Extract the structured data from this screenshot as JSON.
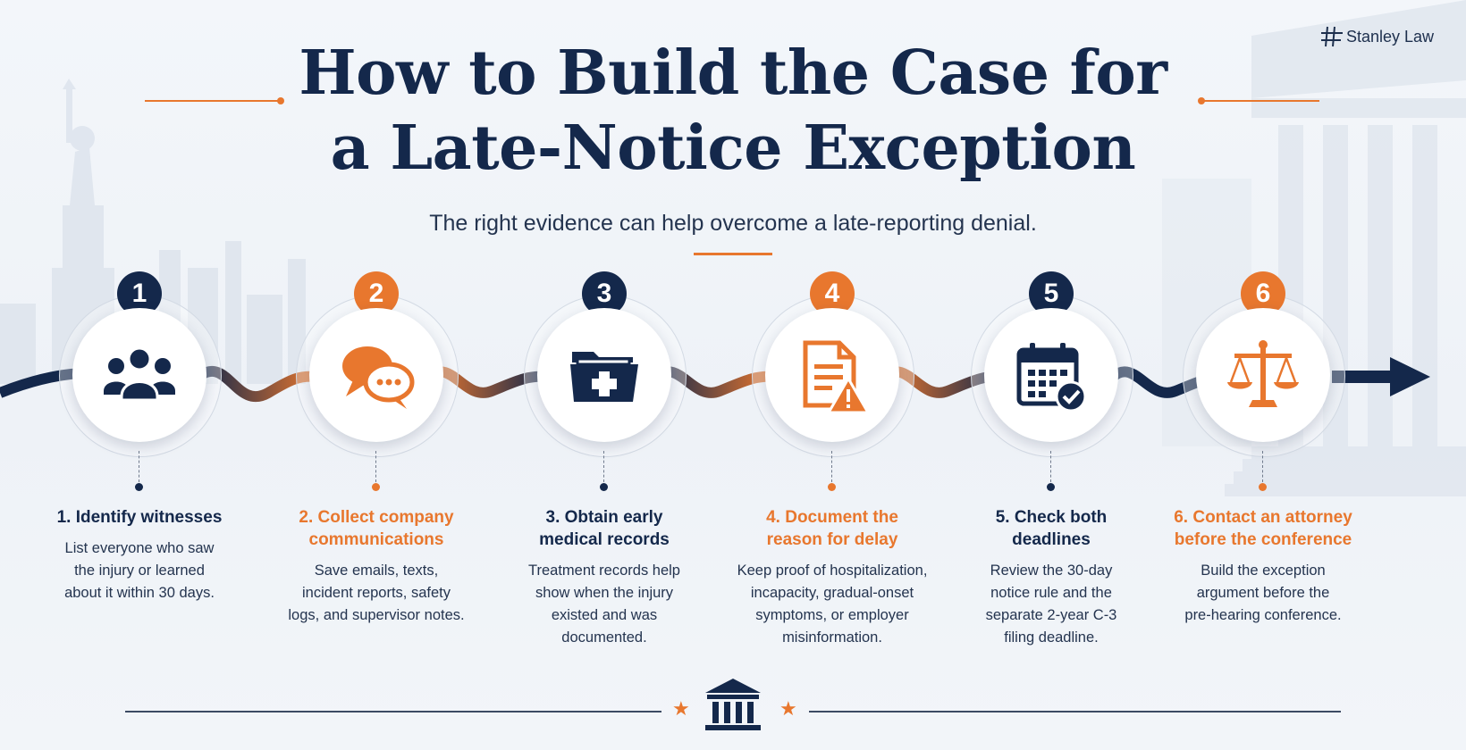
{
  "brand": {
    "name": "Stanley Law"
  },
  "title": {
    "line1": "How to Build the Case for",
    "line2": "a Late-Notice Exception"
  },
  "subtitle": "The right evidence can help overcome a late-reporting denial.",
  "colors": {
    "navy": "#14284b",
    "orange": "#e8772e",
    "text": "#24344f",
    "background": "#f3f6fa"
  },
  "steps": [
    {
      "number": "1",
      "accent": "navy",
      "icon": "people-group-icon",
      "heading": [
        "1. Identify witnesses"
      ],
      "body": [
        "List everyone who saw",
        "the injury or learned",
        "about it within 30 days."
      ]
    },
    {
      "number": "2",
      "accent": "orange",
      "icon": "chat-bubbles-icon",
      "heading": [
        "2. Collect company",
        "communications"
      ],
      "body": [
        "Save emails, texts,",
        "incident reports, safety",
        "logs, and supervisor notes."
      ]
    },
    {
      "number": "3",
      "accent": "navy",
      "icon": "medical-folder-icon",
      "heading": [
        "3. Obtain early",
        "medical records"
      ],
      "body": [
        "Treatment records help",
        "show when the injury",
        "existed and was",
        "documented."
      ]
    },
    {
      "number": "4",
      "accent": "orange",
      "icon": "document-warning-icon",
      "heading": [
        "4. Document the",
        "reason for delay"
      ],
      "body": [
        "Keep proof of hospitalization,",
        "incapacity, gradual-onset",
        "symptoms, or employer",
        "misinformation."
      ]
    },
    {
      "number": "5",
      "accent": "navy",
      "icon": "calendar-check-icon",
      "heading": [
        "5. Check both",
        "deadlines"
      ],
      "body": [
        "Review the 30-day",
        "notice rule and the",
        "separate 2-year C-3",
        "filing deadline."
      ]
    },
    {
      "number": "6",
      "accent": "orange",
      "icon": "scales-of-justice-icon",
      "heading": [
        "6. Contact an attorney",
        "before the conference"
      ],
      "body": [
        "Build the exception",
        "argument before the",
        "pre-hearing conference."
      ]
    }
  ],
  "footer": {
    "icon": "courthouse-icon",
    "stars": [
      "★",
      "★"
    ]
  }
}
